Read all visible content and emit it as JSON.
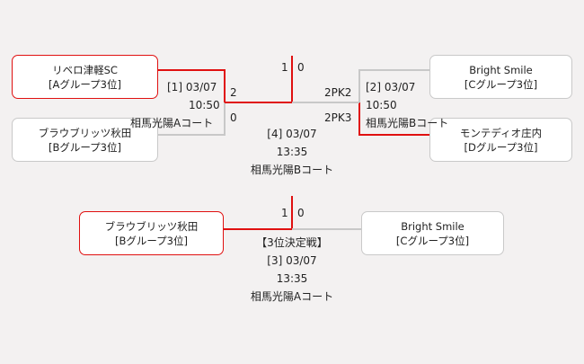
{
  "semifinal1": {
    "team_top": {
      "name": "リベロ津軽SC",
      "group": "[Aグループ3位]"
    },
    "team_bottom": {
      "name": "ブラウブリッツ秋田",
      "group": "[Bグループ3位]"
    },
    "match_no_date": "[1] 03/07",
    "time": "10:50",
    "venue": "相馬光陽Aコート",
    "score_top": "2",
    "score_bottom": "0"
  },
  "semifinal2": {
    "team_top": {
      "name": "Bright Smile",
      "group": "[Cグループ3位]"
    },
    "team_bottom": {
      "name": "モンテディオ庄内",
      "group": "[Dグループ3位]"
    },
    "match_no_date": "[2] 03/07",
    "time": "10:50",
    "venue": "相馬光陽Bコート",
    "score_top": "2PK2",
    "score_bottom": "2PK3"
  },
  "final": {
    "score_left": "1",
    "score_right": "0",
    "match_no_date": "[4] 03/07",
    "time": "13:35",
    "venue": "相馬光陽Bコート"
  },
  "third_place": {
    "team_left": {
      "name": "ブラウブリッツ秋田",
      "group": "[Bグループ3位]"
    },
    "team_right": {
      "name": "Bright Smile",
      "group": "[Cグループ3位]"
    },
    "score_left": "1",
    "score_right": "0",
    "title": "【3位決定戦】",
    "match_no_date": "[3] 03/07",
    "time": "13:35",
    "venue": "相馬光陽Aコート"
  },
  "colors": {
    "win": "#e01010",
    "line": "#c8c8c8"
  }
}
